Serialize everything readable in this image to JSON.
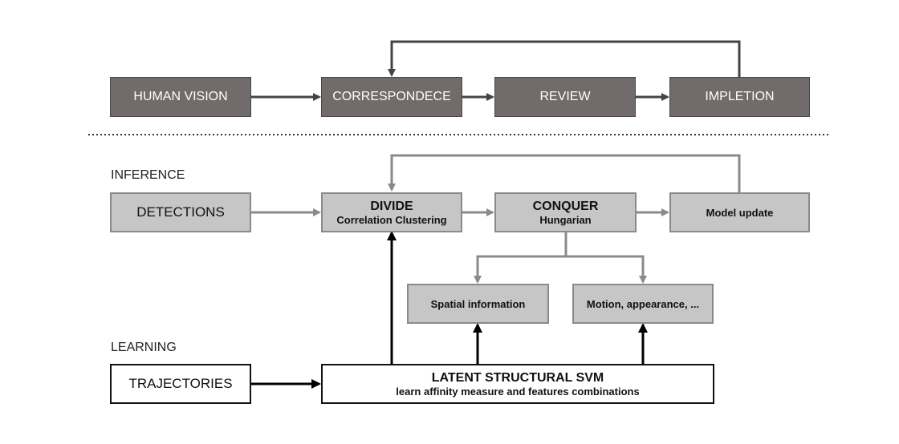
{
  "top_row": {
    "human_vision": "HUMAN VISION",
    "correspondence": "CORRESPONDECE",
    "review": "REVIEW",
    "impletion": "IMPLETION"
  },
  "inference": {
    "label": "INFERENCE",
    "detections": "DETECTIONS",
    "divide_title": "DIVIDE",
    "divide_sub": "Correlation Clustering",
    "conquer_title": "CONQUER",
    "conquer_sub": "Hungarian",
    "model_update": "Model update",
    "spatial": "Spatial information",
    "motion": "Motion, appearance, ..."
  },
  "learning": {
    "label": "LEARNING",
    "trajectories": "TRAJECTORIES",
    "svm_title": "LATENT STRUCTURAL SVM",
    "svm_sub": "learn affinity measure and features combinations"
  },
  "colors": {
    "dark_box": "#716b6b",
    "light_box": "#c6c6c6",
    "gray_arrow": "#8a8a8a",
    "dark_arrow": "#444444",
    "black_arrow": "#000000"
  }
}
